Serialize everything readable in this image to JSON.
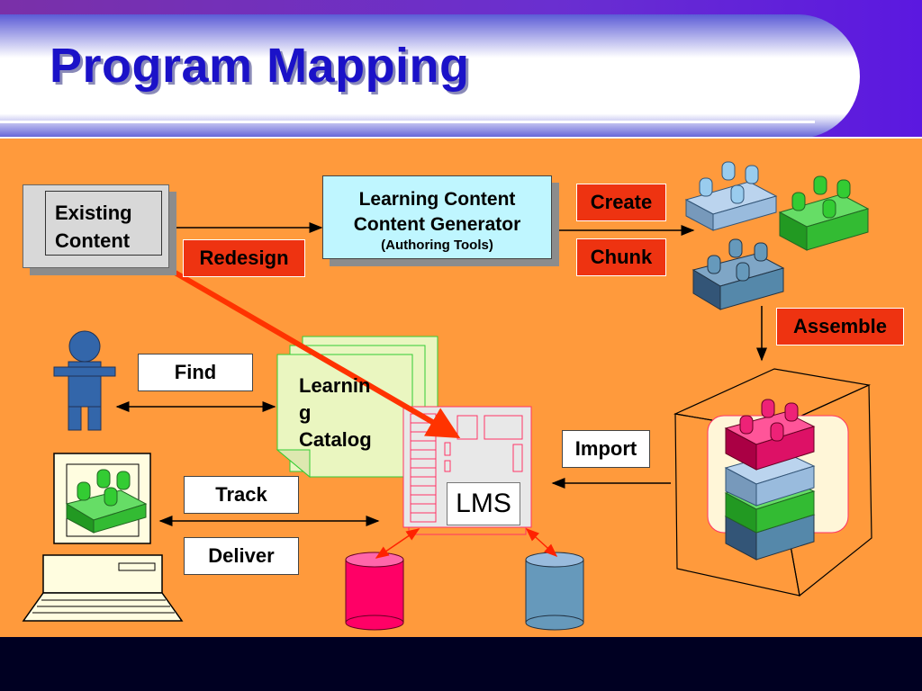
{
  "title": "Program Mapping",
  "nodes": {
    "existing_content": {
      "line1": "Existing",
      "line2": "Content"
    },
    "content_generator": {
      "line1": "Learning Content",
      "line2": "Content Generator",
      "line3": "(Authoring Tools)"
    },
    "catalog": {
      "line1": "Learnin",
      "line2": "g",
      "line3": "Catalog"
    },
    "lms": "LMS"
  },
  "tags": {
    "redesign": "Redesign",
    "create": "Create",
    "chunk": "Chunk",
    "assemble": "Assemble"
  },
  "labels": {
    "find": "Find",
    "track": "Track",
    "deliver": "Deliver",
    "import": "Import"
  },
  "colors": {
    "stage": "#ff9a3c",
    "tag_red": "#ee3311",
    "title_blue": "#1b12c8",
    "generator_fill": "#bff6ff",
    "catalog_fill": "#eaf6c0",
    "arrow_red": "#ff3300",
    "db_pink": "#ff0066",
    "db_blue": "#6699bb",
    "block_light_blue": "#99bbdd",
    "block_green": "#33bb33",
    "block_steel": "#5588aa",
    "block_magenta": "#dd1166"
  }
}
